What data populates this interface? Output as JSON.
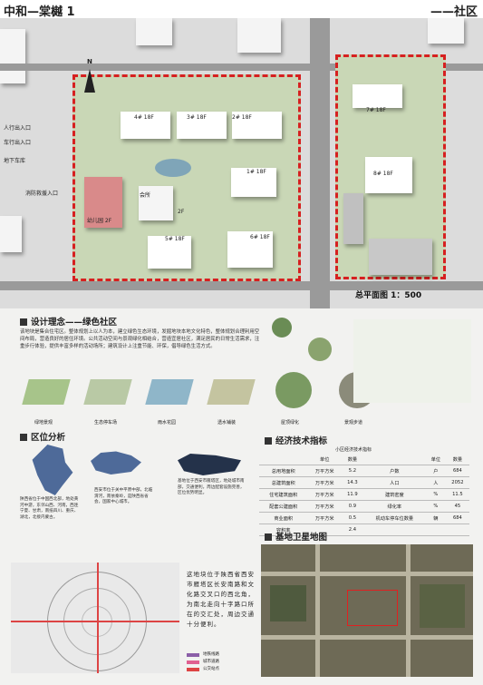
{
  "header": {
    "title_left": "中和—棠樾 1",
    "title_right": "——社区"
  },
  "plan": {
    "north_label": "N",
    "title": "总平面图  1：500",
    "side_labels": [
      "人行出入口",
      "车行出入口",
      "地下车库",
      "消防救援入口"
    ],
    "buildings": [
      "4#  18F",
      "3#  18F",
      "2#  18F",
      "1#  18F",
      "5#  18F",
      "6#  18F",
      "7#  18F",
      "8#  18F",
      "会所",
      "2F",
      "幼儿园 2F"
    ]
  },
  "design": {
    "title": "设计理念——绿色社区",
    "text": "该地块是集合住宅区。整体规划上以人为本，建立绿色生态环境，发掘地块本地文化特色，整体规划合理利用空间布局，营造良好的居住环境。公共活动空间与景观绿化相结合，营造宜居社区，满足居民的日常生活需求，注重步行体验，提供丰富多样的活动场所；建筑设计上注重节能、环保，倡导绿色生活方式。",
    "icons": [
      "绿地景观",
      "生态停车场",
      "雨水花园",
      "透水铺装",
      "屋顶绿化",
      "景观步道"
    ]
  },
  "location": {
    "title": "区位分析",
    "captions": [
      "陕西省位于中国西北部，地处黄河中游，东邻山西、河南，西连宁夏、甘肃，南抵四川、重庆、湖北，北接内蒙古。",
      "西安市位于关中平原中部，北临渭河，南依秦岭，是陕西省省会，国家中心城市。",
      "基地位于西安市雁塔区，地处城市南部，交通便利，周边配套设施完善，区位优势明显。"
    ],
    "bottom_text": "这地块位于陕西省西安市雁塔区长安南路和文化路交叉口的西北角，为南北走向十字路口所在的交汇处，周边交通十分便利。",
    "legend": [
      "地铁线路",
      "城市道路",
      "公交站点"
    ]
  },
  "tech": {
    "title": "经济技术指标",
    "subtitle": "小区经济技术指标",
    "header": [
      "",
      "单位",
      "数量",
      "",
      "单位",
      "数量"
    ],
    "rows": [
      [
        "总用地面积",
        "万平方米",
        "5.2",
        "户数",
        "户",
        "684"
      ],
      [
        "总建筑面积",
        "万平方米",
        "14.3",
        "人口",
        "人",
        "2052"
      ],
      [
        "住宅建筑面积",
        "万平方米",
        "11.9",
        "建筑密度",
        "%",
        "11.5"
      ],
      [
        "配套公建面积",
        "万平方米",
        "0.9",
        "绿化率",
        "%",
        "45"
      ],
      [
        "商业面积",
        "万平方米",
        "0.5",
        "机动车停车位数量",
        "辆",
        "684"
      ],
      [
        "容积率",
        "",
        "2.4",
        "",
        "",
        ""
      ]
    ]
  },
  "satellite": {
    "title": "基地卫星地图"
  }
}
